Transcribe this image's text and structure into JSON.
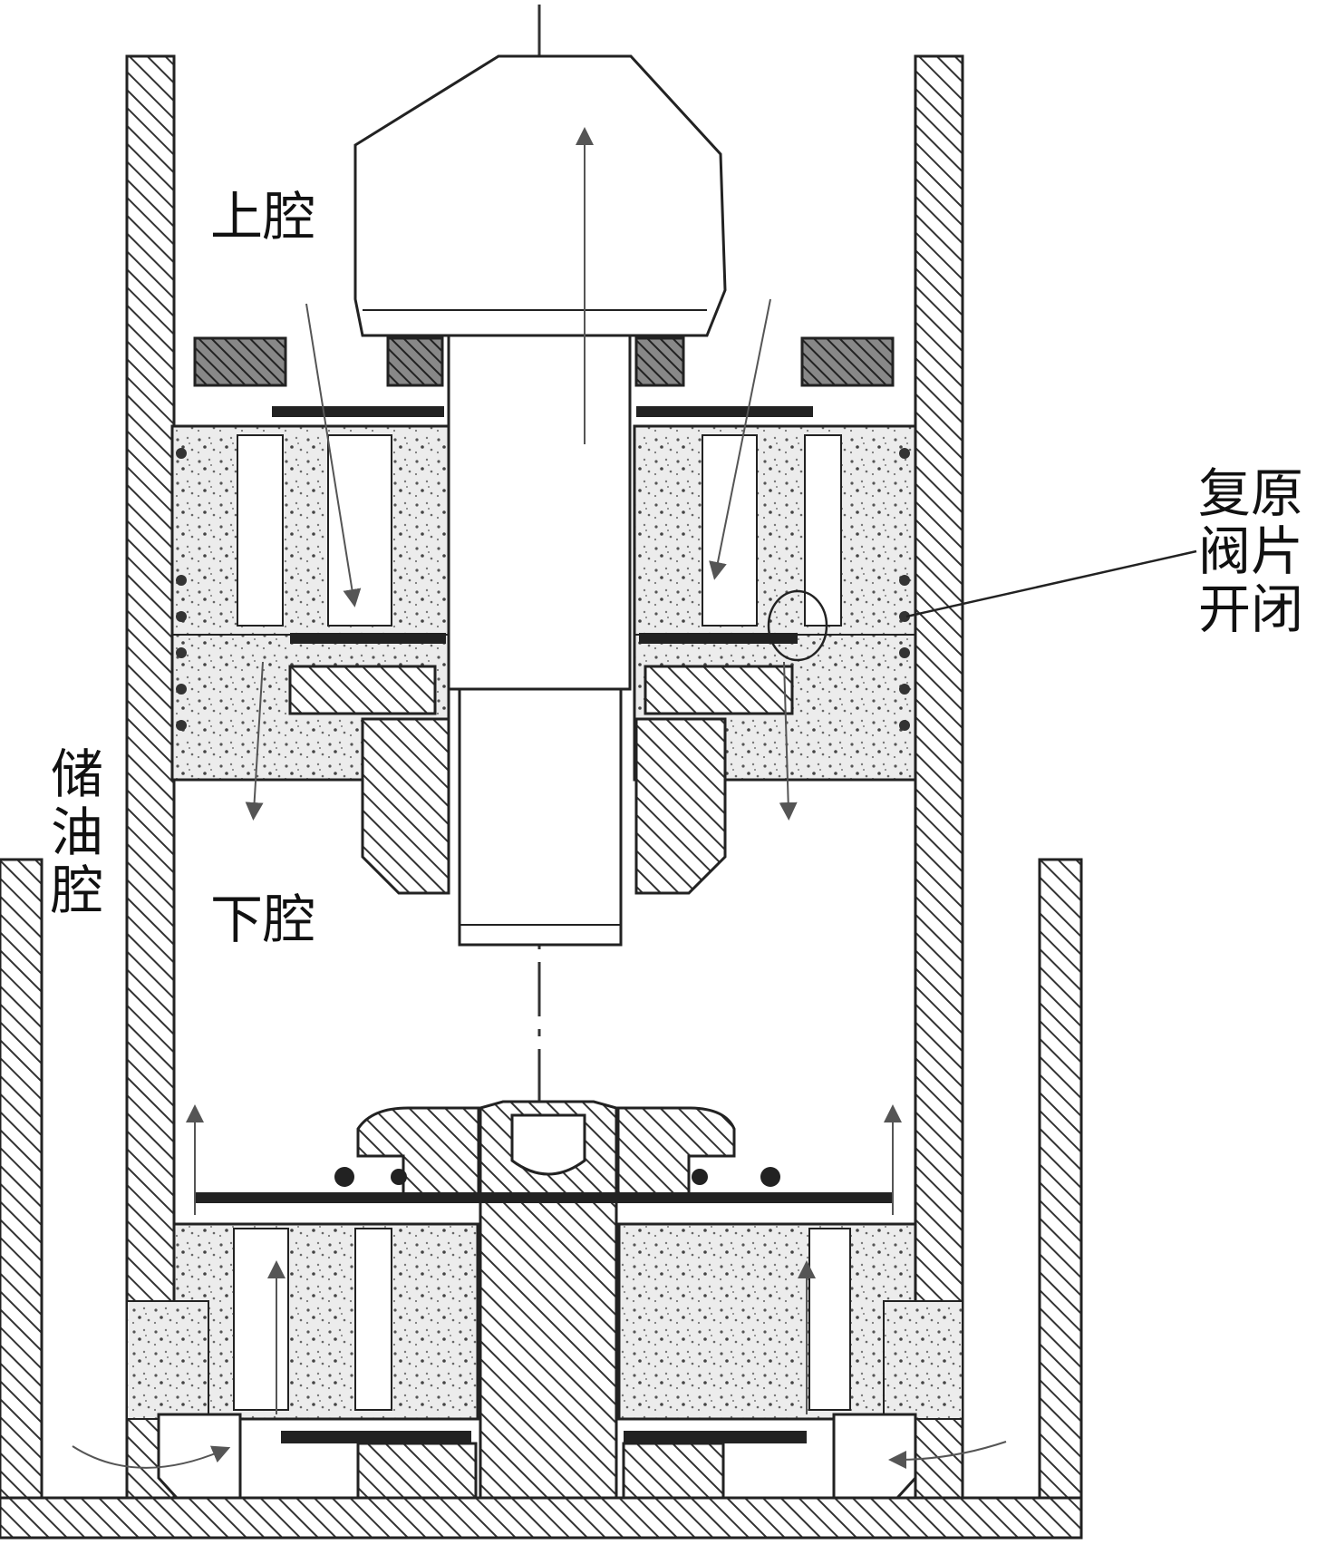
{
  "labels": {
    "upper_chamber": "上腔",
    "lower_chamber": "下腔",
    "reservoir": "储油腔",
    "rebound_valve_line1": "复原",
    "rebound_valve_line2": "阀片",
    "rebound_valve_line3": "开闭"
  },
  "colors": {
    "stroke": "#222222",
    "hatch": "#333333",
    "ring_fill": "#555555",
    "speckle": "#e6e6e6",
    "background": "#ffffff"
  }
}
